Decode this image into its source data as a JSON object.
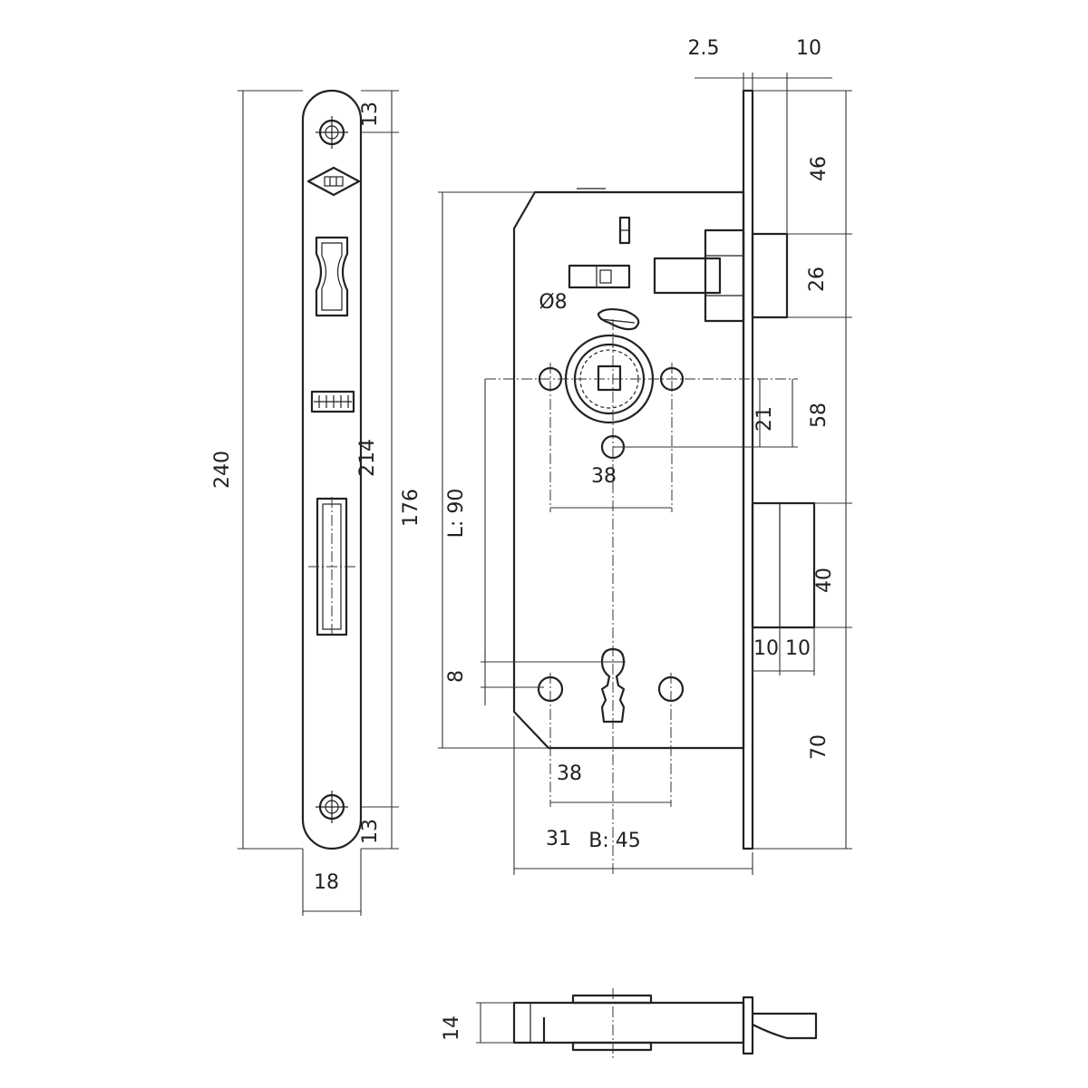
{
  "colors": {
    "line": "#222222",
    "background": "#ffffff"
  },
  "faceplate": {
    "height_total": "240",
    "screw_distance": "214",
    "top_offset": "13",
    "bottom_offset": "13",
    "width": "18"
  },
  "lockbody": {
    "forend_thickness": "2.5",
    "forend_offset": "10",
    "body_height": "176",
    "latch_offset_top": "46",
    "latch_height": "26",
    "spindle_to_keyhole": "58",
    "spindle_to_hole": "21",
    "deadbolt_height": "40",
    "bottom_offset": "70",
    "deadbolt_width_a": "10",
    "deadbolt_width_b": "10",
    "handle_hole_spacing": "38",
    "key_hole_spacing": "38",
    "center_distance": "L: 90",
    "keyhole_size": "8",
    "spindle_diameter": "Ø8",
    "backset": "B: 45",
    "body_edge": "31"
  },
  "bottom_view": {
    "thickness": "14"
  }
}
